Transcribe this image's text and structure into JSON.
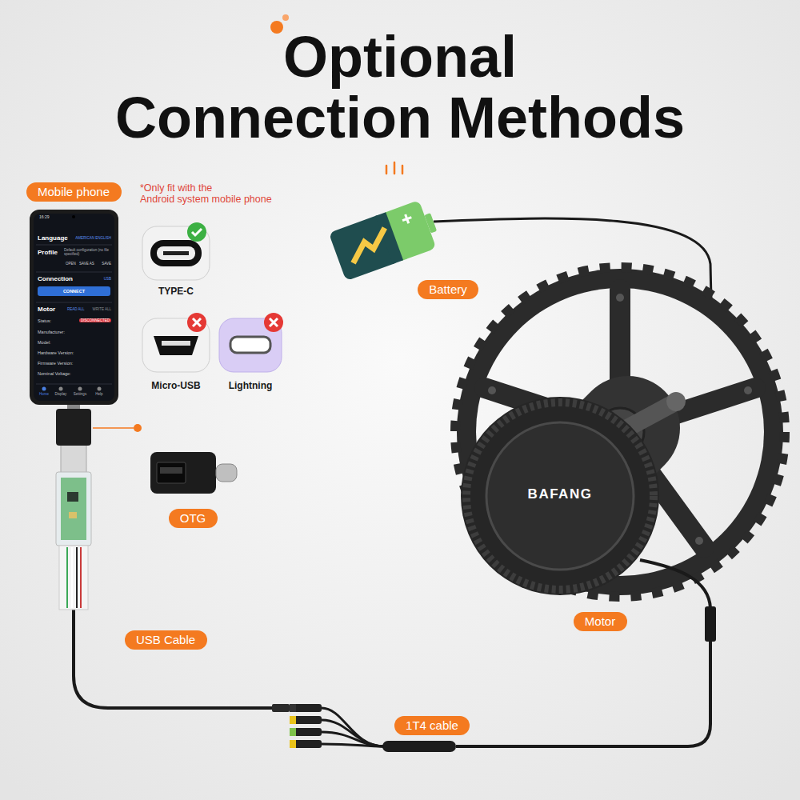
{
  "diagram": {
    "title": "Optional Connection Methods",
    "nodes": [
      {
        "text": [
          "Mobile phone"
        ]
      },
      {
        "text": [
          "Battery"
        ]
      },
      {
        "text": [
          "OTG"
        ]
      },
      {
        "text": [
          "Motor"
        ]
      },
      {
        "text": [
          "USB Cable"
        ]
      },
      {
        "text": [
          "1T4 cable"
        ]
      }
    ],
    "labels": [
      "*Only fit with the Android system mobile phone",
      "TYPE-C",
      "Micro-USB",
      "Lightning",
      "16:29",
      "Language",
      "AMERICAN ENGLISH",
      "Profile",
      "Default configuration (no file specified)",
      "OPEN",
      "SAVE AS",
      "SAVE",
      "Connection",
      "USB",
      "CONNECT",
      "Motor",
      "READ ALL",
      "WRITE ALL",
      "Status:",
      "DISCONNECTED",
      "Manufacturer:",
      "Model:",
      "Hardware Version:",
      "Firmware Version:",
      "Nominal Voltage:",
      "Home",
      "Display",
      "Settings",
      "Help",
      "BAFANG"
    ]
  }
}
